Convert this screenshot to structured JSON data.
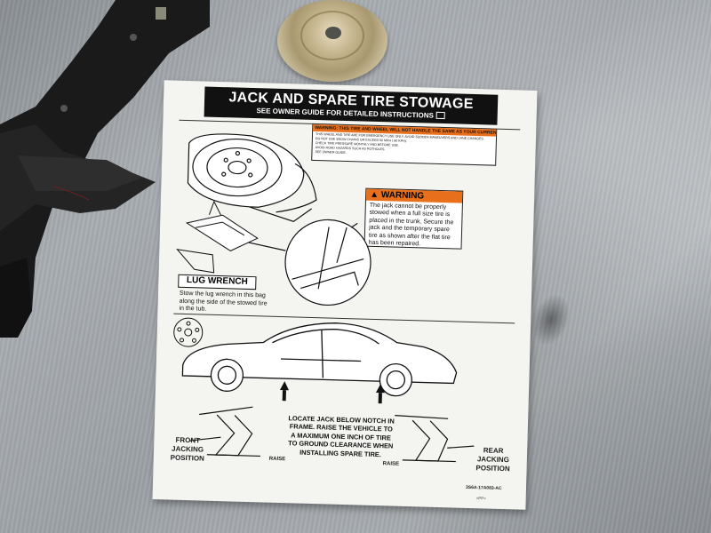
{
  "label": {
    "title": "JACK AND SPARE TIRE STOWAGE",
    "subtitle": "SEE OWNER GUIDE FOR DETAILED INSTRUCTIONS",
    "small_warning": {
      "heading": "WARNING: THIS TIRE AND WHEEL WILL NOT HANDLE THE SAME AS YOUR CURRENT TIRES.",
      "lines": [
        "THIS WHEEL AND TIRE ARE FOR EMERGENCY USE ONLY. AVOID SUDDEN MANEUVERS AND LANE CHANGES.",
        "DO NOT USE SNOW CHAINS OR EXCEED 50 MPH ( 80 KPH).",
        "CHECK TIRE PRESSURE MONTHLY AND BEFORE USE.",
        "AVOID ROAD HAZARDS SUCH AS POTHOLES.",
        "SEE OWNER GUIDE."
      ]
    },
    "big_warning": {
      "heading": "WARNING",
      "text": "The jack cannot be properly stowed when a full size tire is placed in the trunk. Secure the jack and the temporary spare tire as shown after the flat tire has been repaired."
    },
    "lug_wrench": {
      "heading": "LUG WRENCH",
      "text": "Stow the lug wrench in this bag along the side of the stowed tire in the tub."
    },
    "locate_text": "LOCATE JACK BELOW NOTCH IN FRAME. RAISE THE VEHICLE TO A MAXIMUM ONE INCH OF TIRE TO GROUND CLEARANCE WHEN INSTALLING SPARE TIRE.",
    "front_position": "FRONT JACKING POSITION",
    "rear_position": "REAR JACKING POSITION",
    "raise_left": "RAISE",
    "raise_right": "RAISE",
    "part_number": "3S6A-17A083-AC",
    "material_code": ">PP<"
  },
  "colors": {
    "warning_orange": "#e8701c",
    "header_black": "#111111",
    "paper": "#f4f4f0"
  }
}
